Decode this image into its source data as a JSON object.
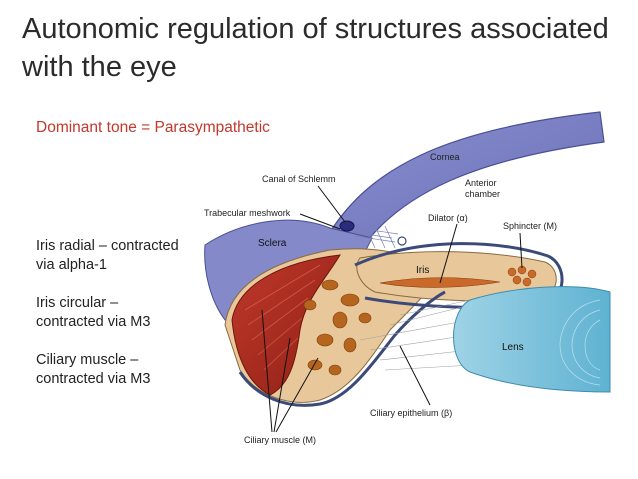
{
  "slide": {
    "title": "Autonomic regulation of structures associated with the eye",
    "subtitle": "Dominant tone = Parasympathetic",
    "notes": [
      {
        "lines": [
          "Iris radial – contracted",
          "via alpha-1"
        ]
      },
      {
        "lines": [
          "Iris circular –",
          "contracted via M3"
        ]
      },
      {
        "lines": [
          "Ciliary muscle –",
          "contracted via M3"
        ]
      }
    ]
  },
  "diagram": {
    "labels": {
      "cornea": "Cornea",
      "canal": "Canal of Schlemm",
      "anterior": "Anterior",
      "chamber": "chamber",
      "trabecular": "Trabecular meshwork",
      "dilator": "Dilator (α)",
      "sphincter": "Sphincter (M)",
      "sclera": "Sclera",
      "iris": "Iris",
      "lens": "Lens",
      "ciliary_epithelium": "Ciliary epithelium (β)",
      "ciliary_muscle": "Ciliary muscle (M)"
    }
  }
}
